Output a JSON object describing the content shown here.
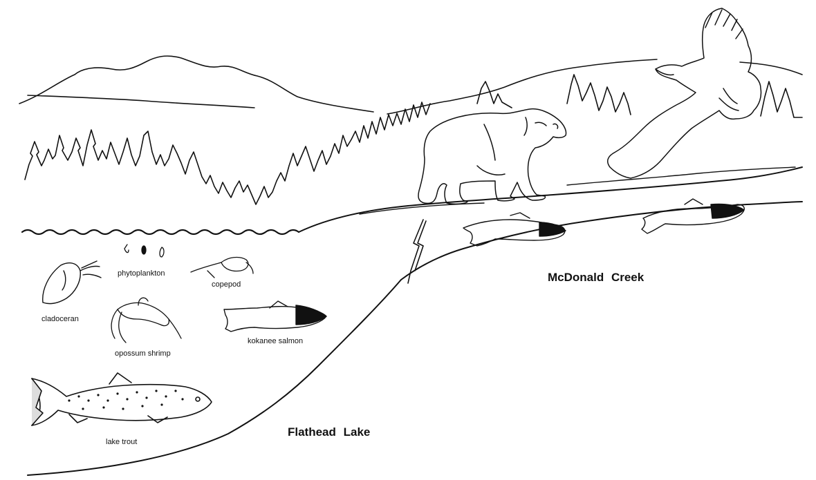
{
  "labels": {
    "phytoplankton": "phytoplankton",
    "copepod": "copepod",
    "cladoceran": "cladoceran",
    "opossum_shrimp": "opossum shrimp",
    "kokanee_salmon": "kokanee salmon",
    "lake_trout": "lake trout",
    "creek": "McDonald  Creek",
    "lake": "Flathead  Lake"
  },
  "colors": {
    "ink": "#111111",
    "background": "#ffffff"
  }
}
